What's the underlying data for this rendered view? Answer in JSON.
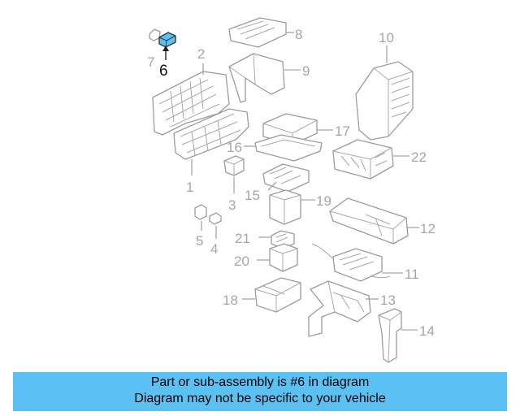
{
  "diagram": {
    "highlight_color": "#5bc1f2",
    "callouts": [
      {
        "id": "1",
        "label": "1"
      },
      {
        "id": "2",
        "label": "2"
      },
      {
        "id": "3",
        "label": "3"
      },
      {
        "id": "4",
        "label": "4"
      },
      {
        "id": "5",
        "label": "5"
      },
      {
        "id": "6",
        "label": "6"
      },
      {
        "id": "7",
        "label": "7"
      },
      {
        "id": "8",
        "label": "8"
      },
      {
        "id": "9",
        "label": "9"
      },
      {
        "id": "10",
        "label": "10"
      },
      {
        "id": "11",
        "label": "11"
      },
      {
        "id": "12",
        "label": "12"
      },
      {
        "id": "13",
        "label": "13"
      },
      {
        "id": "14",
        "label": "14"
      },
      {
        "id": "15",
        "label": "15"
      },
      {
        "id": "16",
        "label": "16"
      },
      {
        "id": "17",
        "label": "17"
      },
      {
        "id": "18",
        "label": "18"
      },
      {
        "id": "19",
        "label": "19"
      },
      {
        "id": "20",
        "label": "20"
      },
      {
        "id": "21",
        "label": "21"
      },
      {
        "id": "22",
        "label": "22"
      }
    ]
  },
  "caption": {
    "line1": "Part or sub-assembly is #6 in diagram",
    "line2": "Diagram may not be specific to your vehicle"
  }
}
